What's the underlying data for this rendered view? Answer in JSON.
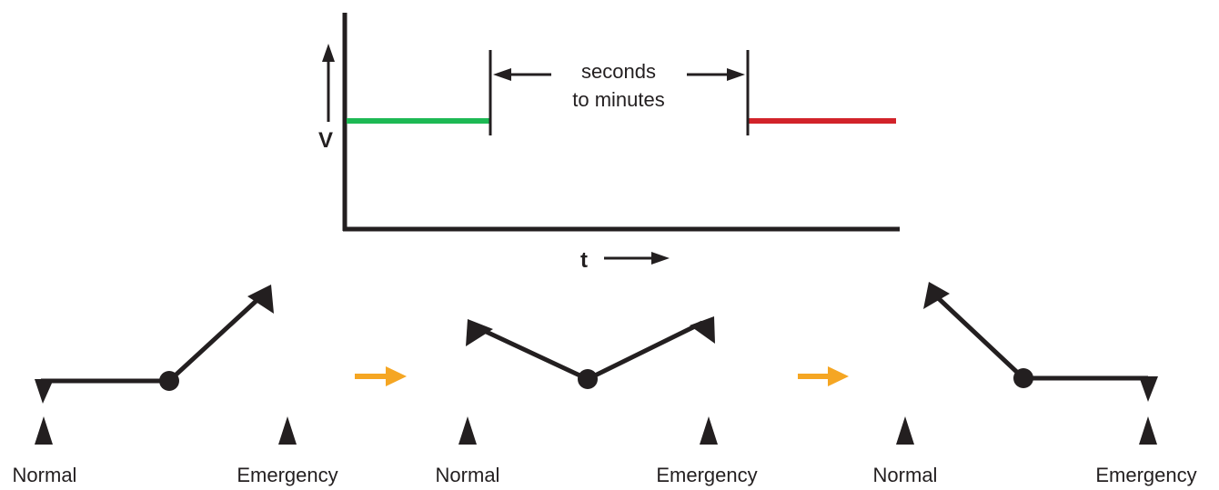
{
  "graph": {
    "y_axis_label": "V",
    "x_axis_label": "t",
    "interval_label_line1": "seconds",
    "interval_label_line2": "to minutes"
  },
  "colors": {
    "ink": "#231f20",
    "voltage_before": "#1db954",
    "voltage_after": "#d2232a",
    "transition_arrow": "#f5a623"
  },
  "switch_states": [
    {
      "state": "connected to normal",
      "left_label": "Normal",
      "right_label": "Emergency"
    },
    {
      "state": "open / in transition",
      "left_label": "Normal",
      "right_label": "Emergency"
    },
    {
      "state": "connected to emergency",
      "left_label": "Normal",
      "right_label": "Emergency"
    }
  ]
}
